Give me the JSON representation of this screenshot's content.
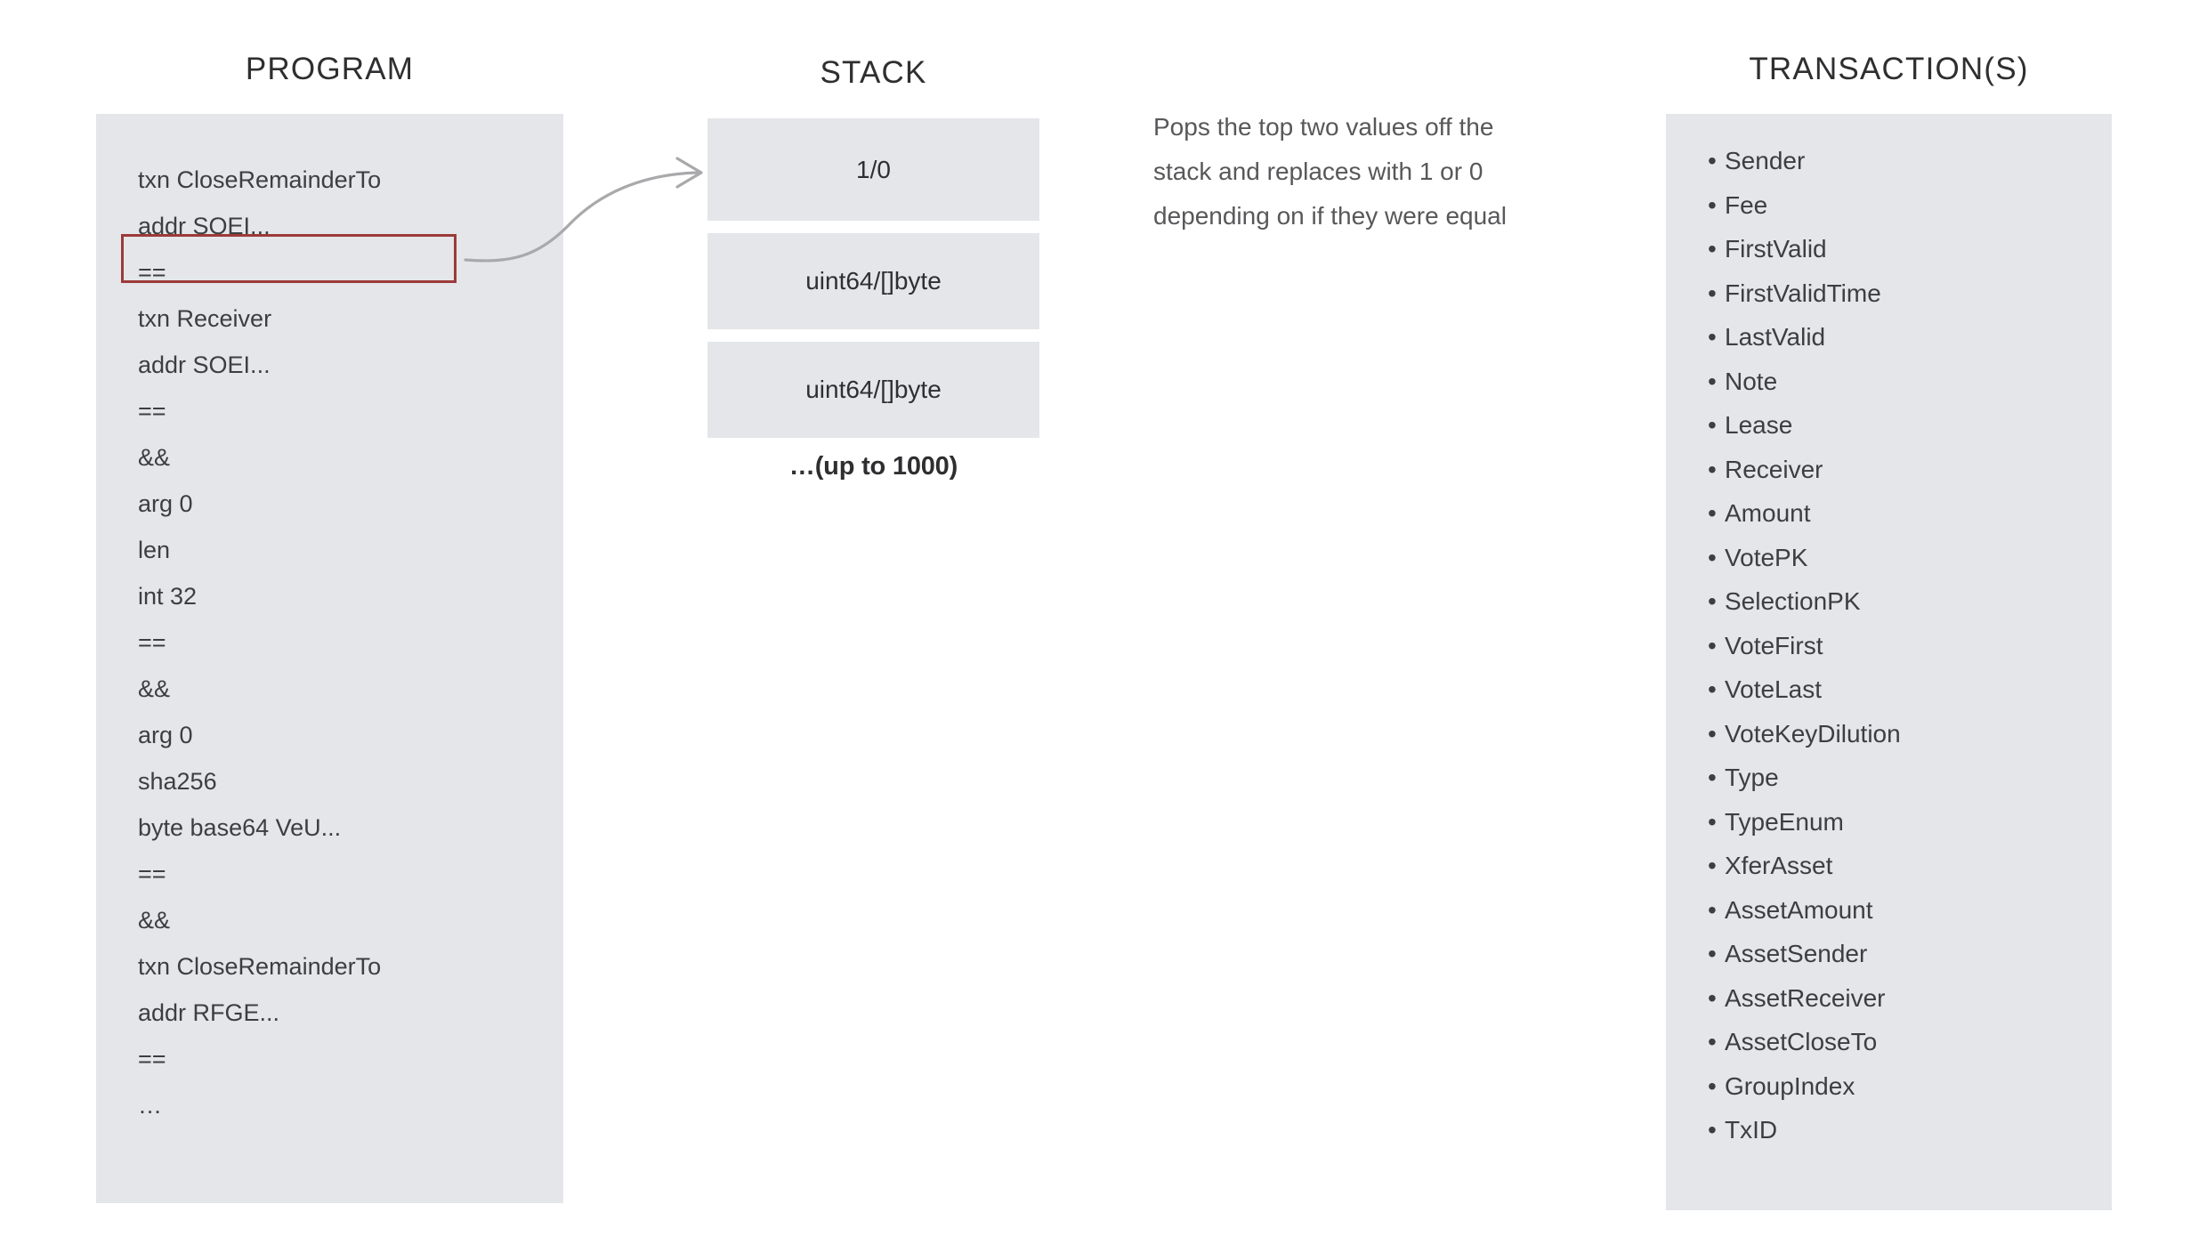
{
  "colors": {
    "background": "#ffffff",
    "panel_fill": "#e4e6e9",
    "highlight_border": "#9d3a3a",
    "arrow_stroke": "#a9a9ac",
    "text_primary": "#3e3e40",
    "heading": "#2f2f31",
    "description_text": "#58585a"
  },
  "program": {
    "heading": "PROGRAM",
    "highlighted_index": 2,
    "lines": [
      "txn CloseRemainderTo",
      "addr SOEI...",
      "==",
      "txn Receiver",
      "addr SOEI...",
      "==",
      "&&",
      "arg 0",
      "len",
      "int 32",
      "==",
      "&&",
      "arg 0",
      "sha256",
      "byte base64 VeU...",
      "==",
      "&&",
      "txn CloseRemainderTo",
      "addr RFGE...",
      "==",
      "…"
    ]
  },
  "stack": {
    "heading": "STACK",
    "boxes": [
      "1/0",
      "uint64/[]byte",
      "uint64/[]byte"
    ],
    "more_label": "…(up to 1000)"
  },
  "description": {
    "lines": [
      "Pops the top two values off the",
      "stack and replaces with 1 or 0",
      "depending on if they were equal"
    ]
  },
  "transactions": {
    "heading": "TRANSACTION(S)",
    "bullet": "•",
    "fields": [
      "Sender",
      "Fee",
      "FirstValid",
      "FirstValidTime",
      "LastValid",
      "Note",
      "Lease",
      "Receiver",
      "Amount",
      "VotePK",
      "SelectionPK",
      "VoteFirst",
      "VoteLast",
      "VoteKeyDilution",
      "Type",
      "TypeEnum",
      "XferAsset",
      "AssetAmount",
      "AssetSender",
      "AssetReceiver",
      "AssetCloseTo",
      "GroupIndex",
      "TxID"
    ]
  }
}
